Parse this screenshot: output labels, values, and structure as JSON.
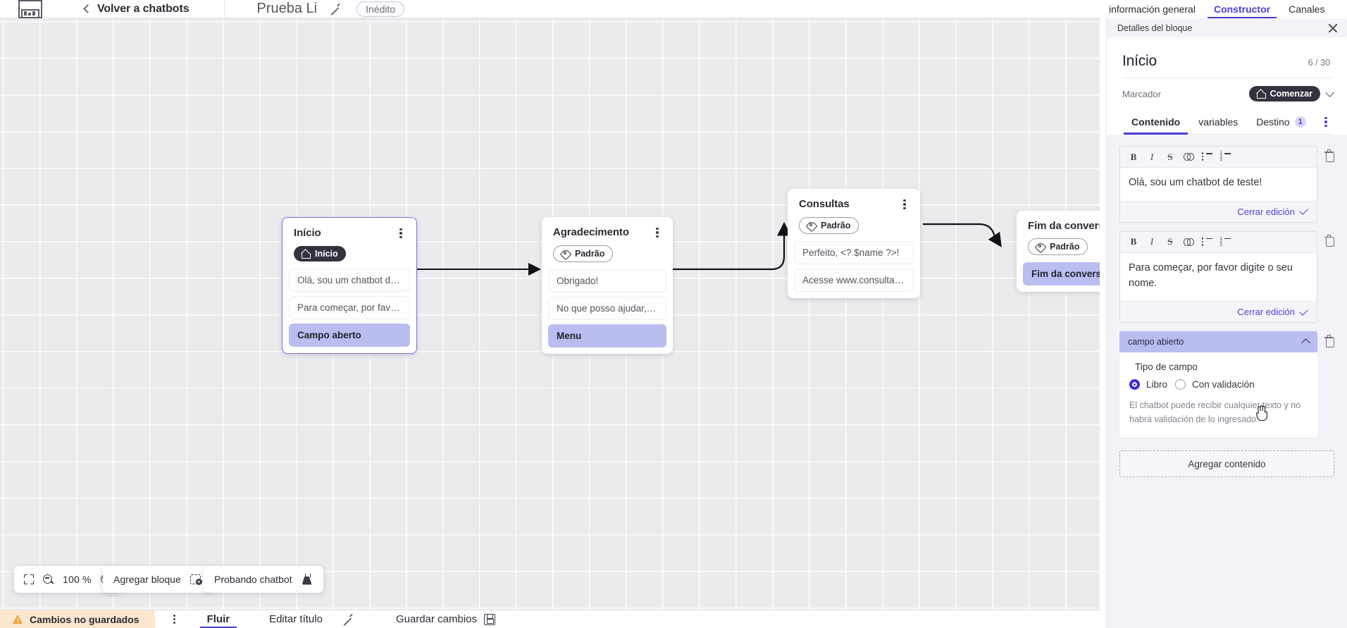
{
  "header": {
    "logo_icon": "vtex-logo-icon",
    "back_label": "Volver a chatbots",
    "doc_title": "Prueba Li",
    "edit_icon": "pencil-icon",
    "status_badge": "Inédito"
  },
  "right_tabs": [
    {
      "label": "información general",
      "active": false
    },
    {
      "label": "Constructor",
      "active": true
    },
    {
      "label": "Canales",
      "active": false
    }
  ],
  "panel": {
    "header_title": "Detalles del bloque",
    "close_icon": "close-icon",
    "block_title": "Início",
    "char_count": "6 / 30",
    "marker_label": "Marcador",
    "marker_value": "Comenzar",
    "marker_icon": "home-icon",
    "marker_chevron": "chevron-down-icon",
    "tabs": [
      {
        "label": "Contenido",
        "active": true,
        "badge": null
      },
      {
        "label": "variables",
        "active": false,
        "badge": null
      },
      {
        "label": "Destino",
        "active": false,
        "badge": "1"
      }
    ],
    "more_icon": "kebab-menu-icon",
    "rte_toolbar": [
      {
        "name": "bold-icon",
        "glyph": "B"
      },
      {
        "name": "italic-icon",
        "glyph": "I"
      },
      {
        "name": "strikethrough-icon",
        "glyph": "S"
      },
      {
        "name": "link-icon",
        "glyph": ""
      },
      {
        "name": "bulleted-list-icon",
        "glyph": ""
      },
      {
        "name": "numbered-list-icon",
        "glyph": ""
      }
    ],
    "editors": [
      {
        "text": "Olá, sou um chatbot de teste!",
        "close_label": "Cerrar edición"
      },
      {
        "text": "Para começar, por favor digite o seu nome.",
        "close_label": "Cerrar edición"
      }
    ],
    "field_block": {
      "title": "campo abierto",
      "collapse_icon": "chevron-up-icon",
      "type_label": "Tipo de campo",
      "options": [
        {
          "label": "Libro",
          "selected": true
        },
        {
          "label": "Con validación",
          "selected": false
        }
      ],
      "help_text": "El chatbot puede recibir cualquier texto y no habrá validación de lo ingresado."
    },
    "add_content_label": "Agregar contenido",
    "trash_icon": "trash-icon"
  },
  "canvas": {
    "nodes": [
      {
        "title": "Início",
        "tag": {
          "label": "Início",
          "style": "dark",
          "icon": "home-icon"
        },
        "selected": true,
        "rows": [
          {
            "text": "Olá, sou um chatbot de teste!",
            "active": false
          },
          {
            "text": "Para começar, por favor digite o ...",
            "active": false
          },
          {
            "text": "Campo aberto",
            "active": true
          }
        ]
      },
      {
        "title": "Agradecimento",
        "tag": {
          "label": "Padrão",
          "style": "outline",
          "icon": "tag-icon"
        },
        "selected": false,
        "rows": [
          {
            "text": "Obrigado!",
            "active": false
          },
          {
            "text": "No que posso ajudar, <? $name ...",
            "active": false
          },
          {
            "text": "Menu",
            "active": true
          }
        ]
      },
      {
        "title": "Consultas",
        "tag": {
          "label": "Padrão",
          "style": "outline",
          "icon": "tag-icon"
        },
        "selected": false,
        "rows": [
          {
            "text": "Perfeito, <? $name ?>!",
            "active": false
          },
          {
            "text": "Acesse www.consultas.com par...",
            "active": false
          }
        ]
      },
      {
        "title": "Fim da conversa",
        "tag": {
          "label": "Padrão",
          "style": "outline",
          "icon": "tag-icon"
        },
        "selected": false,
        "rows": [
          {
            "text": "Fim da conversa",
            "active": true
          }
        ]
      }
    ],
    "toolbar": {
      "fit_icon": "fit-screen-icon",
      "zoom_out_icon": "zoom-out-icon",
      "zoom_level": "100 %",
      "zoom_in_icon": "zoom-in-icon",
      "add_block_label": "Agregar bloque",
      "add_block_icon": "add-block-icon",
      "test_label": "Probando chatbot",
      "test_icon": "flask-icon"
    }
  },
  "statusbar": {
    "warning_icon": "warning-icon",
    "unsaved_label": "Cambios no guardados",
    "kebab_icon": "kebab-menu-icon",
    "flow_label": "Fluir",
    "edit_title_label": "Editar título",
    "edit_title_icon": "pencil-icon",
    "save_label": "Guardar cambios",
    "save_icon": "save-icon"
  },
  "colors": {
    "accent": "#4b3fd4",
    "selected_row": "#b9bdf0",
    "warning_bg": "#fbe7cd",
    "canvas_bg": "#ebebee"
  }
}
